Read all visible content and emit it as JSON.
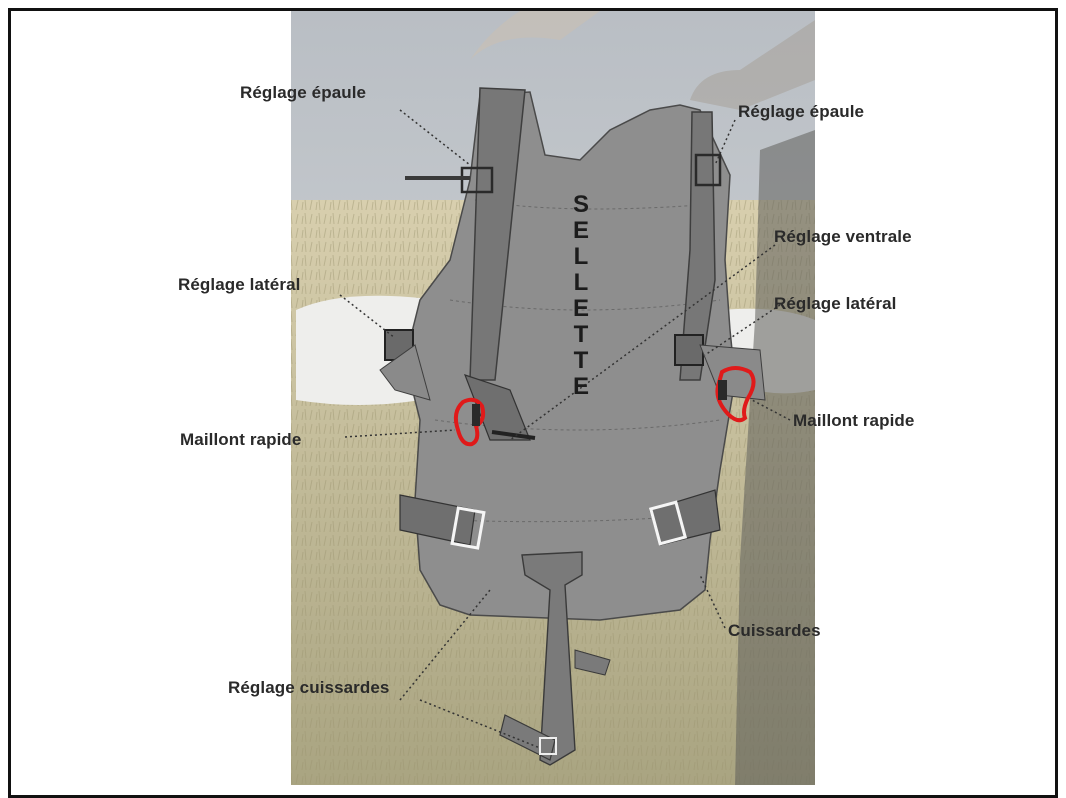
{
  "title_vertical": "SELLETTE",
  "labels": {
    "shoulder_left": "Réglage épaule",
    "shoulder_right": "Réglage épaule",
    "ventral": "Réglage ventrale",
    "lateral_left": "Réglage latéral",
    "lateral_right": "Réglage latéral",
    "carabiner_left": "Maillont rapide",
    "carabiner_right": "Maillont rapide",
    "leg_straps": "Cuissardes",
    "leg_strap_adjust": "Réglage cuissardes"
  },
  "colors": {
    "carabiner": "#e01a1a",
    "harness": "#8e8e8e",
    "harness_dark": "#555555",
    "sky": "#c7ccd0",
    "field": "#b8ab86"
  }
}
